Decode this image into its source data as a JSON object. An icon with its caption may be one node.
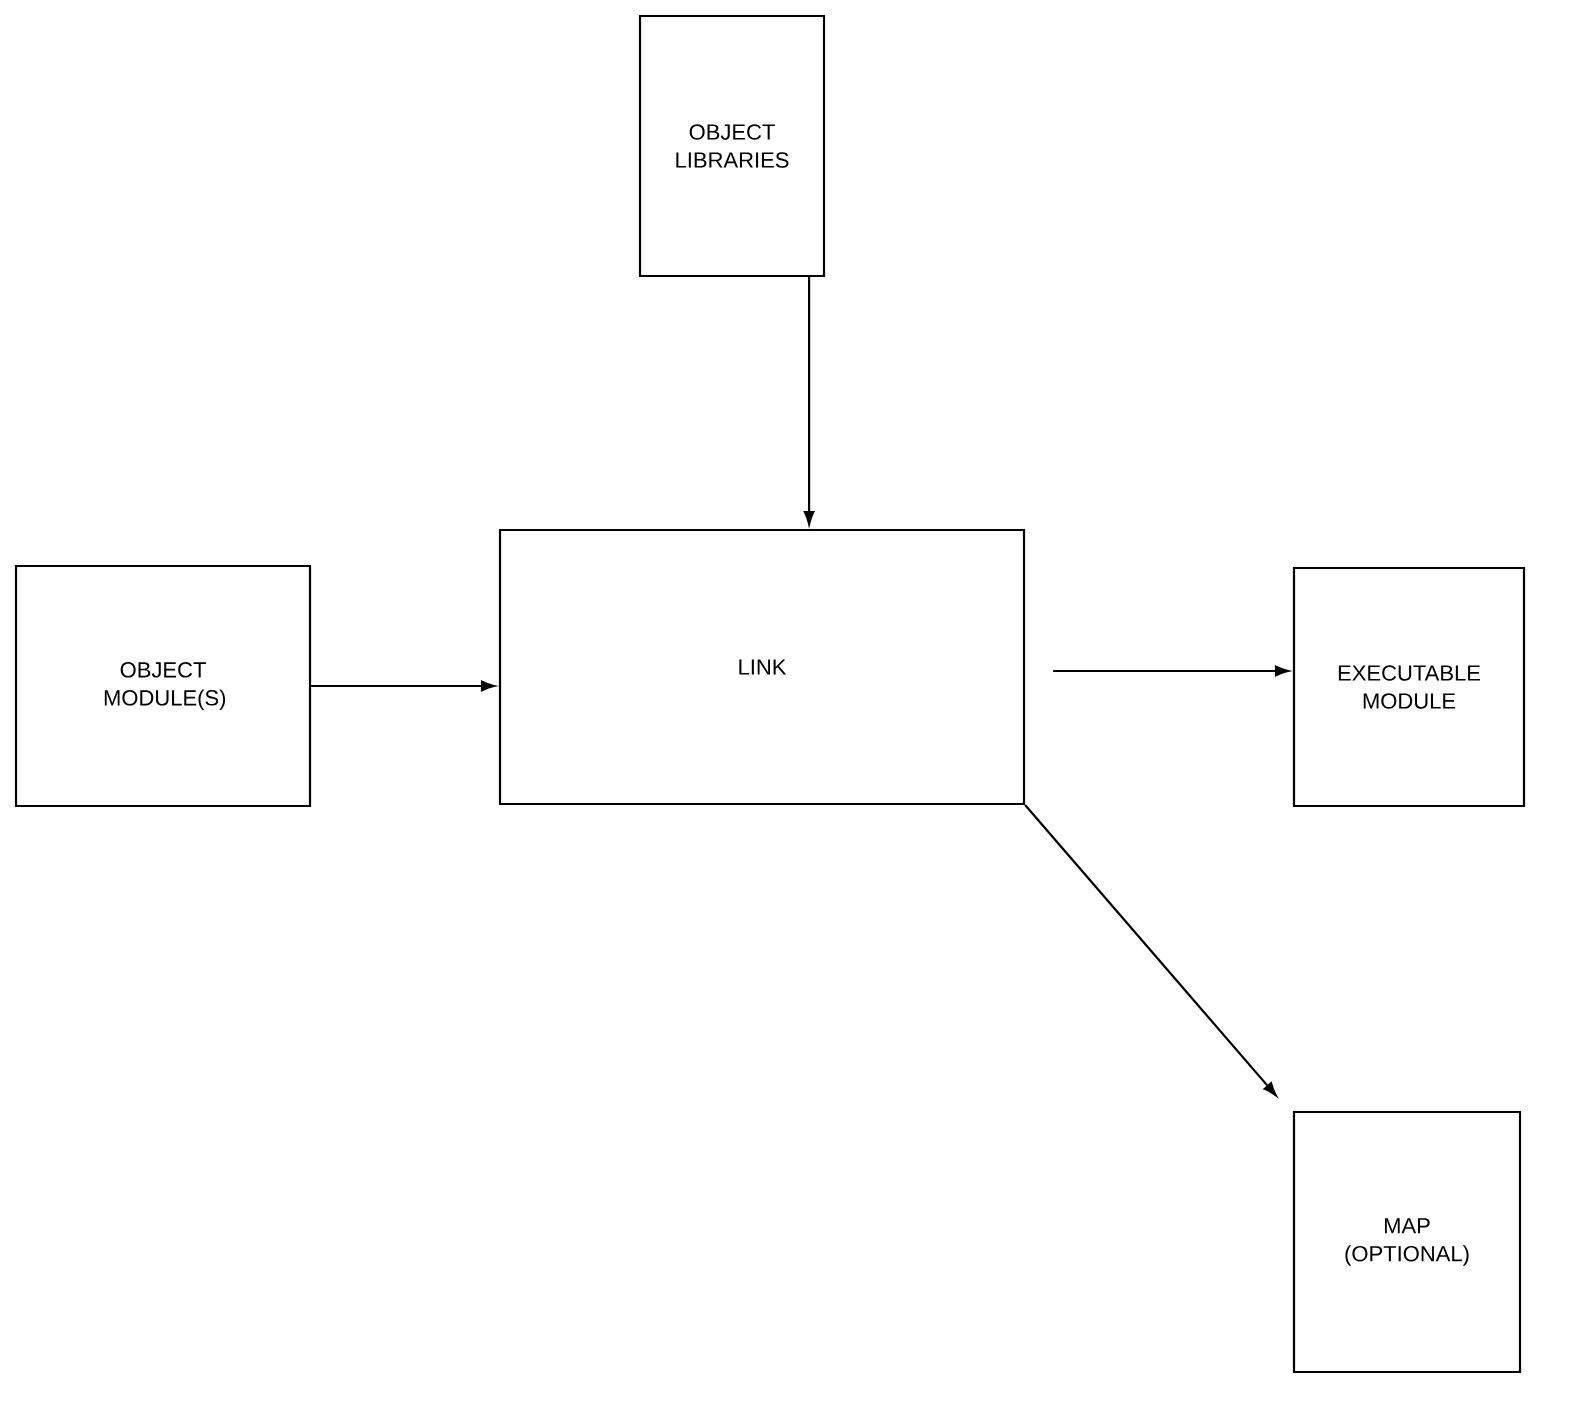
{
  "diagram": {
    "nodes": [
      {
        "text": [
          "OBJECT LIBRARIES"
        ]
      },
      {
        "text": [
          "OBJECT MODULE(S)"
        ]
      },
      {
        "text": [
          "LINK"
        ]
      },
      {
        "text": [
          "EXECUTABLE MODULE"
        ]
      },
      {
        "text": [
          "MAP (OPTIONAL)"
        ]
      }
    ],
    "edges": [
      {
        "from": 0,
        "to": 2,
        "arrow": "to"
      },
      {
        "from": 1,
        "to": 2,
        "arrow": "to"
      },
      {
        "from": 2,
        "to": 3,
        "arrow": "to"
      },
      {
        "from": 2,
        "to": 4,
        "arrow": "to"
      }
    ]
  }
}
